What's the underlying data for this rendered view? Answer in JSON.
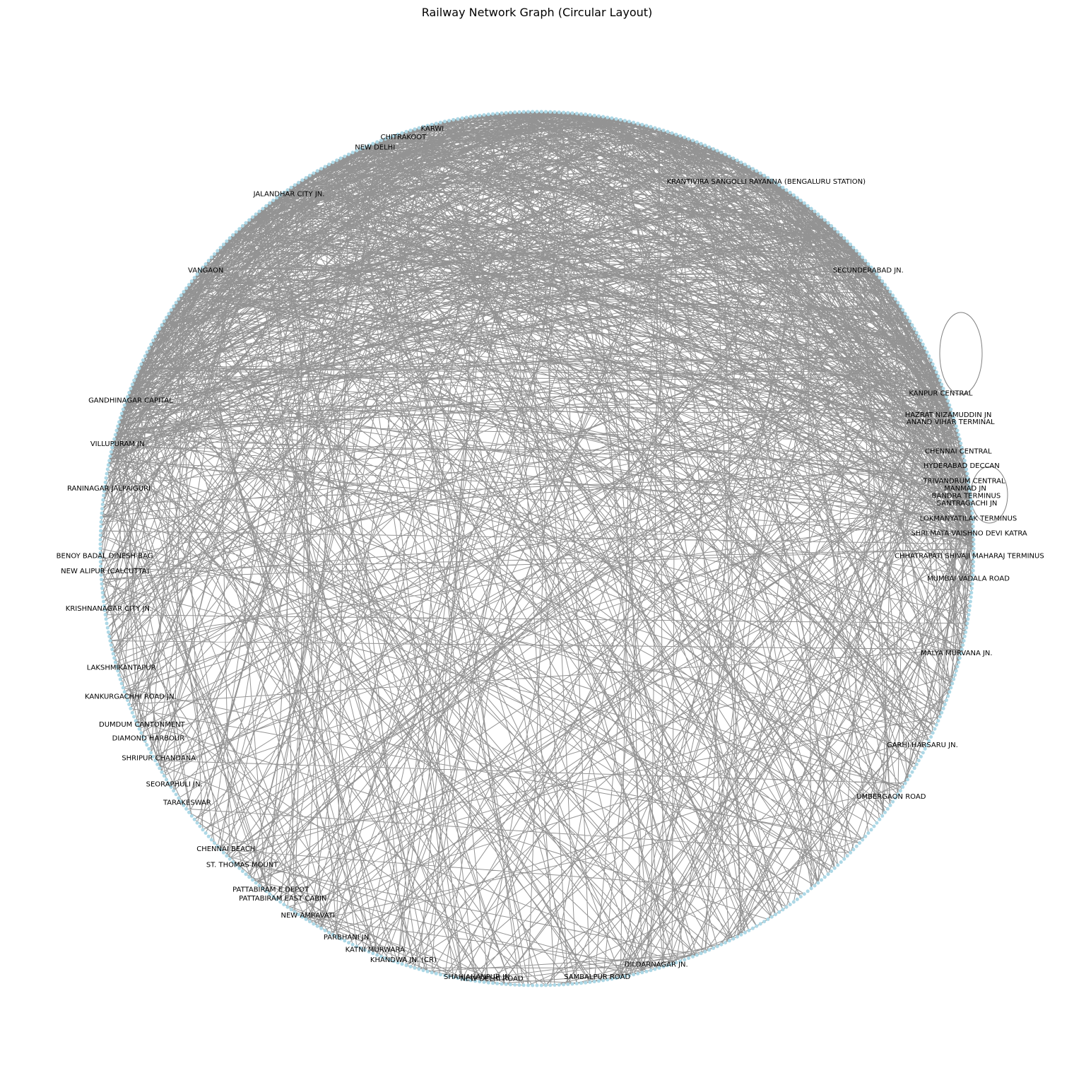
{
  "title": "Railway Network Graph (Circular Layout)",
  "chart_data": {
    "type": "network",
    "layout": "circular",
    "title": "Railway Network Graph (Circular Layout)",
    "node_color": "#add8e6",
    "edge_color": "#808080",
    "background": "#ffffff",
    "legend": "none",
    "grid": false,
    "visible_node_labels": [
      "KRANTIVIRA SANGOLLI RAYANNA (BENGALURU STATION)",
      "CHITRAKOOT",
      "KARWI",
      "SECUNDERABAD JN.",
      "NEW DELHI",
      "JALANDHAR CITY JN.",
      "VANGAON",
      "GANDHINAGAR CAPITAL",
      "VILLUPURAM JN",
      "RANINAGAR JALPAIGURI",
      "BENOY BADAL DINESH BAG",
      "NEW ALIPUR (CALCUTTA)",
      "KRISHNANAGAR CITY JN.",
      "LAKSHMIKANTAPUR",
      "KANKURGACHHI ROAD JN.",
      "DUMDUM CANTONMENT",
      "DIAMOND HARBOUR",
      "SHRIPUR CHANDANA",
      "SEORAPHULI JN.",
      "TARAKESWAR",
      "CHENNAI BEACH",
      "ST. THOMAS MOUNT",
      "PATTABIRAM E DEPOT",
      "PATTABIRAM EAST CABIN",
      "NEW AMRAVATI",
      "PARBHANI JN.",
      "KATNI MURWARA",
      "KHANDWA JN. (CR)",
      "SHAHJAHANPUR JN",
      "NEW DELHI ROAD",
      "SAMBALPUR ROAD",
      "DILDARNAGAR JN.",
      "HAZRAT NIZAMUDDIN JN",
      "ANAND VIHAR TERMINAL",
      "CHENNAI CENTRAL",
      "HYDERABAD DECCAN",
      "TRIVANDRUM CENTRAL",
      "BANDRA TERMINUS",
      "LOKMANYATILAK TERMINUS",
      "SHRI MATA VAISHNO DEVI KATRA",
      "CHHATRAPATI SHIVAJI MAHARAJ TERMINUS",
      "MUMBAI VADALA ROAD",
      "MALYA MURVANA JN.",
      "GARHI HARSARU JN.",
      "UMBERGAON ROAD",
      "KANPUR CENTRAL",
      "SANTRAGACHI JN",
      "MANMAD JN"
    ]
  }
}
